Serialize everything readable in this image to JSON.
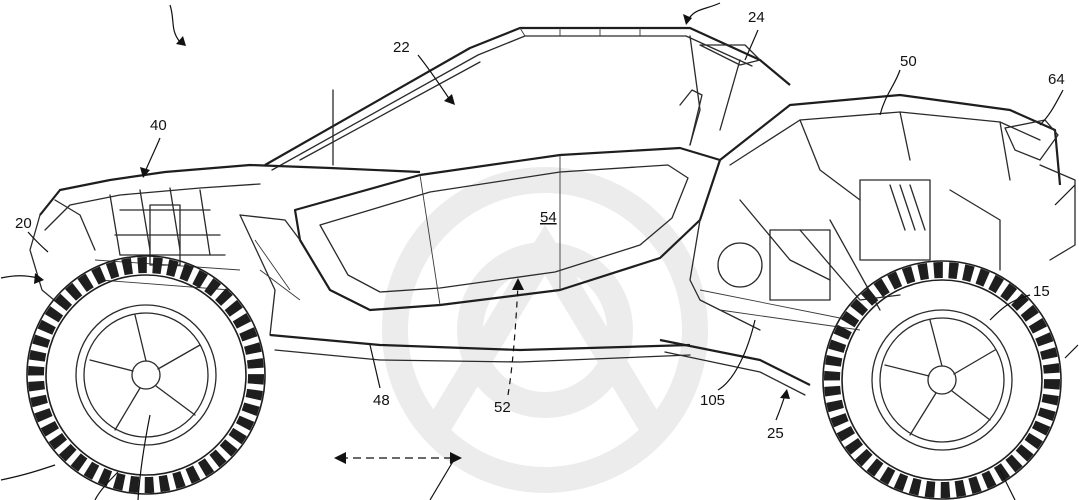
{
  "diagram": {
    "colors": {
      "line": "#2a2a2a",
      "background": "#ffffff",
      "watermark": "#ececec"
    },
    "reference_numerals": {
      "n24": "24",
      "n22": "22",
      "n50": "50",
      "n64": "64",
      "n40": "40",
      "n20": "20",
      "n54": "54",
      "n15": "15",
      "n48": "48",
      "n52": "52",
      "n105": "105",
      "n25": "25"
    }
  }
}
